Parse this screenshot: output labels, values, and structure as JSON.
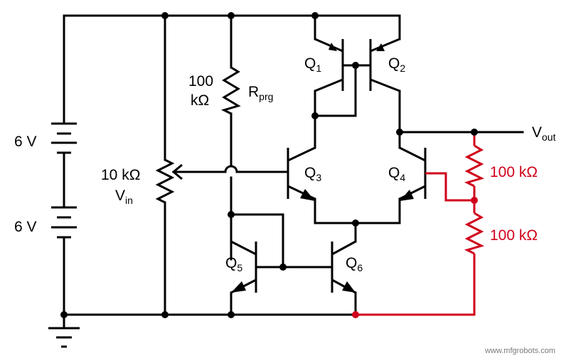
{
  "colors": {
    "wire": "#000000",
    "highlight": "#d0021b",
    "background": "#ffffff",
    "watermark": "#7a7a7a"
  },
  "batteries": {
    "upper": "6 V",
    "lower": "6 V"
  },
  "potentiometer": {
    "value": "10 kΩ",
    "name_main": "V",
    "name_sub": "in"
  },
  "rprg": {
    "value_line1": "100",
    "value_line2": "kΩ",
    "name_main": "R",
    "name_sub": "prg"
  },
  "transistors": [
    {
      "main": "Q",
      "sub": "1"
    },
    {
      "main": "Q",
      "sub": "2"
    },
    {
      "main": "Q",
      "sub": "3"
    },
    {
      "main": "Q",
      "sub": "4"
    },
    {
      "main": "Q",
      "sub": "5"
    },
    {
      "main": "Q",
      "sub": "6"
    }
  ],
  "output": {
    "main": "V",
    "sub": "out"
  },
  "feedback_resistors": {
    "upper": "100 kΩ",
    "lower": "100 kΩ"
  },
  "watermark": "www.mfgrobots.com"
}
